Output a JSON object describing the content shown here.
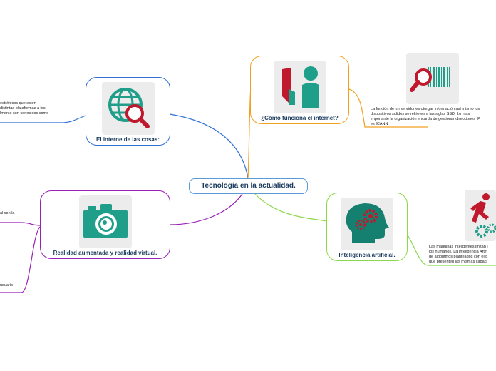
{
  "central": {
    "title": "Tecnología en la actualidad."
  },
  "topics": {
    "iot": {
      "title": "El interne de las cosas:",
      "icon": "globe-search-icon",
      "note_lines": [
        "ectrónicos que estén",
        "distintas plataformas a los",
        "lmente son conocidos como"
      ]
    },
    "internet": {
      "title": "¿Cómo funciona el internet?",
      "icon": "people-icon",
      "note_icon": "barcode-search-icon",
      "note_lines": [
        "La función de un servidor es otorgar información así mismo los",
        "dispositivos solidos se refrieren a las siglas SSD. Lo mas",
        "importante la organización encarda de gestionar direcciones IP",
        "es ICANN"
      ]
    },
    "ar": {
      "title": "Realidad aumentada  y realidad virtual.",
      "icon": "camera-icon",
      "note_a": "al con la",
      "note_b": "usuario"
    },
    "ai": {
      "title": "Inteligencia artificial.",
      "icon": "head-gears-icon",
      "note_icon": "running-gears-icon",
      "note_lines": [
        "Las máquinas inteligentes imitan l",
        "los humanos. La Inteligencia Artifi",
        "de algoritmos planteados con el p",
        "que presenten las mismas capaci"
      ]
    }
  },
  "colors": {
    "teal": "#1f9e89",
    "dark_teal": "#15806f",
    "red": "#c0182c",
    "navy": "#1a3a5c",
    "blue": "#2f6fd6",
    "orange": "#f0a020",
    "purple": "#9a1fb5",
    "green": "#8ad94a"
  }
}
